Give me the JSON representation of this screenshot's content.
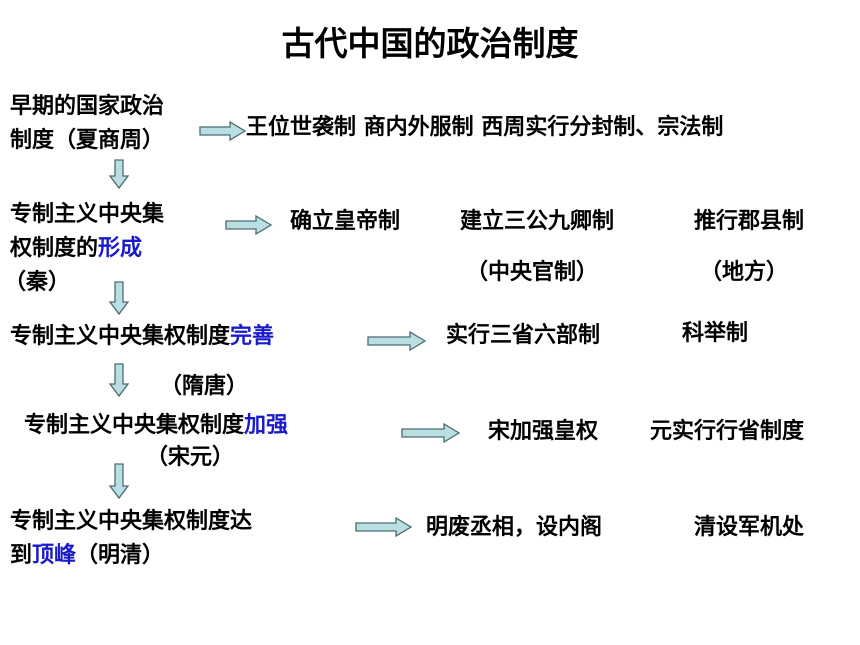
{
  "title": "古代中国的政治制度",
  "stages": [
    {
      "label_lines": [
        "早期的国家政治",
        "制度（夏商周）"
      ],
      "details": [
        "王位世袭制 商内外服制 西周实行分封制、宗法制"
      ]
    },
    {
      "label_lines": [
        "专制主义中央集",
        "权制度的",
        "（秦）"
      ],
      "highlight": "形成",
      "details": [
        "确立皇帝制",
        "建立三公九卿制",
        "推行郡县制"
      ],
      "notes": [
        "（中央官制）",
        "（地方）"
      ]
    },
    {
      "label": "专制主义中央集权制度",
      "highlight": "完善",
      "period": "（隋唐）",
      "details": [
        "实行三省六部制",
        "科举制"
      ]
    },
    {
      "label": "专制主义中央集权制度",
      "highlight": "加强",
      "period": "（宋元）",
      "details": [
        "宋加强皇权",
        "元实行行省制度"
      ]
    },
    {
      "label_lines": [
        "专制主义中央集权制度达",
        "到",
        "（明清）"
      ],
      "highlight": "顶峰",
      "details": [
        "明废丞相，设内阁",
        "清设军机处"
      ]
    }
  ],
  "colors": {
    "highlight": "#1a1acd",
    "arrow_fill": "#b9dfe3",
    "arrow_stroke": "#4a6c70"
  }
}
